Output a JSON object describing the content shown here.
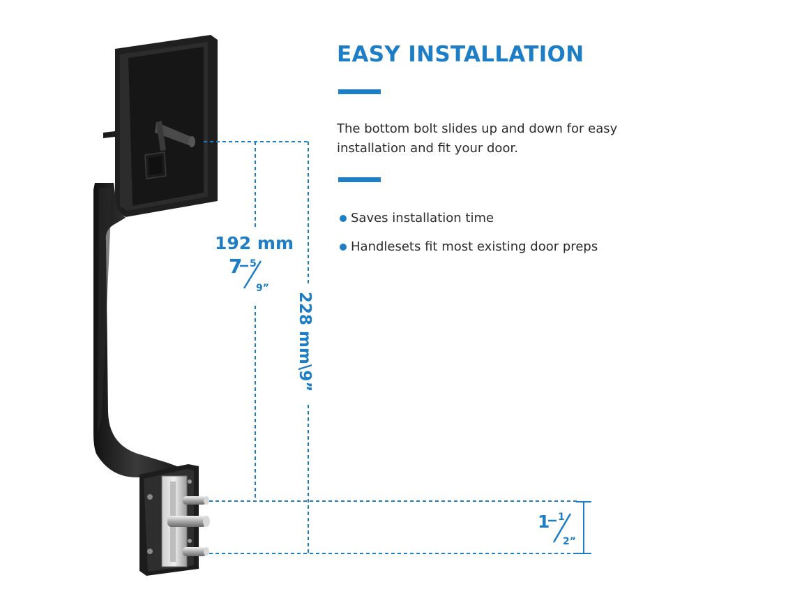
{
  "heading": "EASY INSTALLATION",
  "description": "The bottom bolt slides up and down for easy installation and fit your door.",
  "features": [
    "Saves installation time",
    "Handlesets fit most existing door preps"
  ],
  "dimensions": {
    "inner_mm": "192 mm",
    "inner_in_whole": "7",
    "inner_in_num": "5",
    "inner_in_den": "9”",
    "total": "228 mm\\9”",
    "spacing_whole": "1",
    "spacing_num": "1",
    "spacing_den": "2”"
  },
  "colors": {
    "accent": "#1d7ec6",
    "text": "#2b2b2b",
    "hardware": "#202020"
  }
}
